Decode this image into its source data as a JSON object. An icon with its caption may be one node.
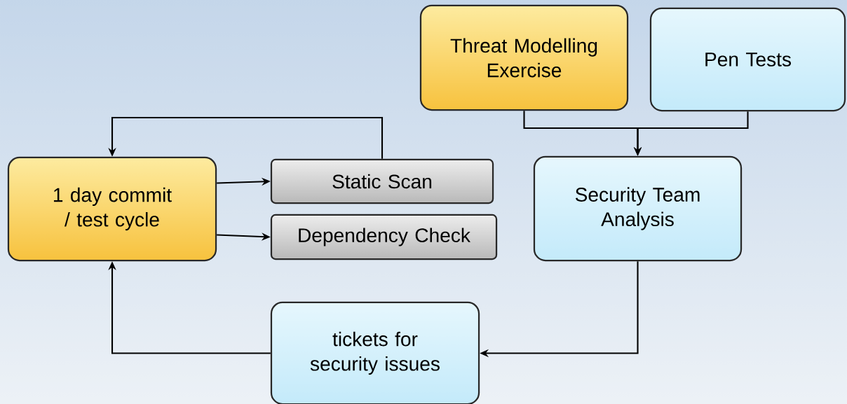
{
  "diagram": {
    "nodes": [
      {
        "text": [
          "Threat Modelling Exercise"
        ]
      },
      {
        "text": [
          "Pen Tests"
        ]
      },
      {
        "text": [
          "1 day commit / test cycle"
        ]
      },
      {
        "text": [
          "Static Scan"
        ]
      },
      {
        "text": [
          "Dependency Check"
        ]
      },
      {
        "text": [
          "Security Team Analysis"
        ]
      },
      {
        "text": [
          "tickets for security issues"
        ]
      }
    ],
    "edges": [
      {
        "from": 0,
        "to": 5,
        "arrow": "to"
      },
      {
        "from": 1,
        "to": 5,
        "arrow": "to"
      },
      {
        "from": 2,
        "to": 3,
        "arrow": "to"
      },
      {
        "from": 2,
        "to": 4,
        "arrow": "to"
      },
      {
        "from": 3,
        "to": 2,
        "arrow": "to"
      },
      {
        "from": 5,
        "to": 6,
        "arrow": "to"
      },
      {
        "from": 6,
        "to": 2,
        "arrow": "to"
      }
    ]
  }
}
